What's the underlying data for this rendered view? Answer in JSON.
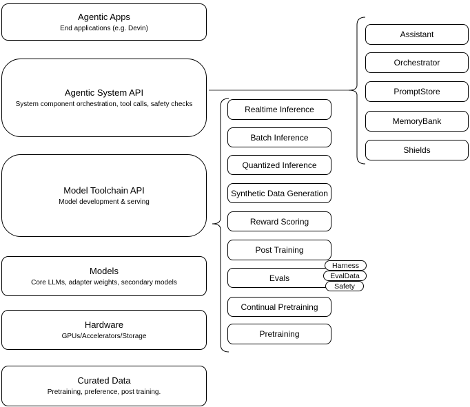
{
  "diagram": {
    "layers": [
      {
        "title": "Agentic Apps",
        "subtitle": "End applications (e.g. Devin)"
      },
      {
        "title": "Agentic System API",
        "subtitle": "System component orchestration, tool calls, safety checks"
      },
      {
        "title": "Model Toolchain API",
        "subtitle": "Model development & serving"
      },
      {
        "title": "Models",
        "subtitle": "Core LLMs, adapter weights, secondary models"
      },
      {
        "title": "Hardware",
        "subtitle": "GPUs/Accelerators/Storage"
      },
      {
        "title": "Curated Data",
        "subtitle": "Pretraining, preference, post training."
      }
    ],
    "toolchain_services": [
      "Realtime Inference",
      "Batch Inference",
      "Quantized Inference",
      "Synthetic Data Generation",
      "Reward Scoring",
      "Post Training",
      "Evals",
      "Continual Pretraining",
      "Pretraining"
    ],
    "eval_tags": [
      "Harness",
      "EvalData",
      "Safety"
    ],
    "system_components": [
      "Assistant",
      "Orchestrator",
      "PromptStore",
      "MemoryBank",
      "Shields"
    ],
    "colors": {
      "stroke": "#000000",
      "fill": "#ffffff",
      "connector_line": "#666666"
    }
  }
}
